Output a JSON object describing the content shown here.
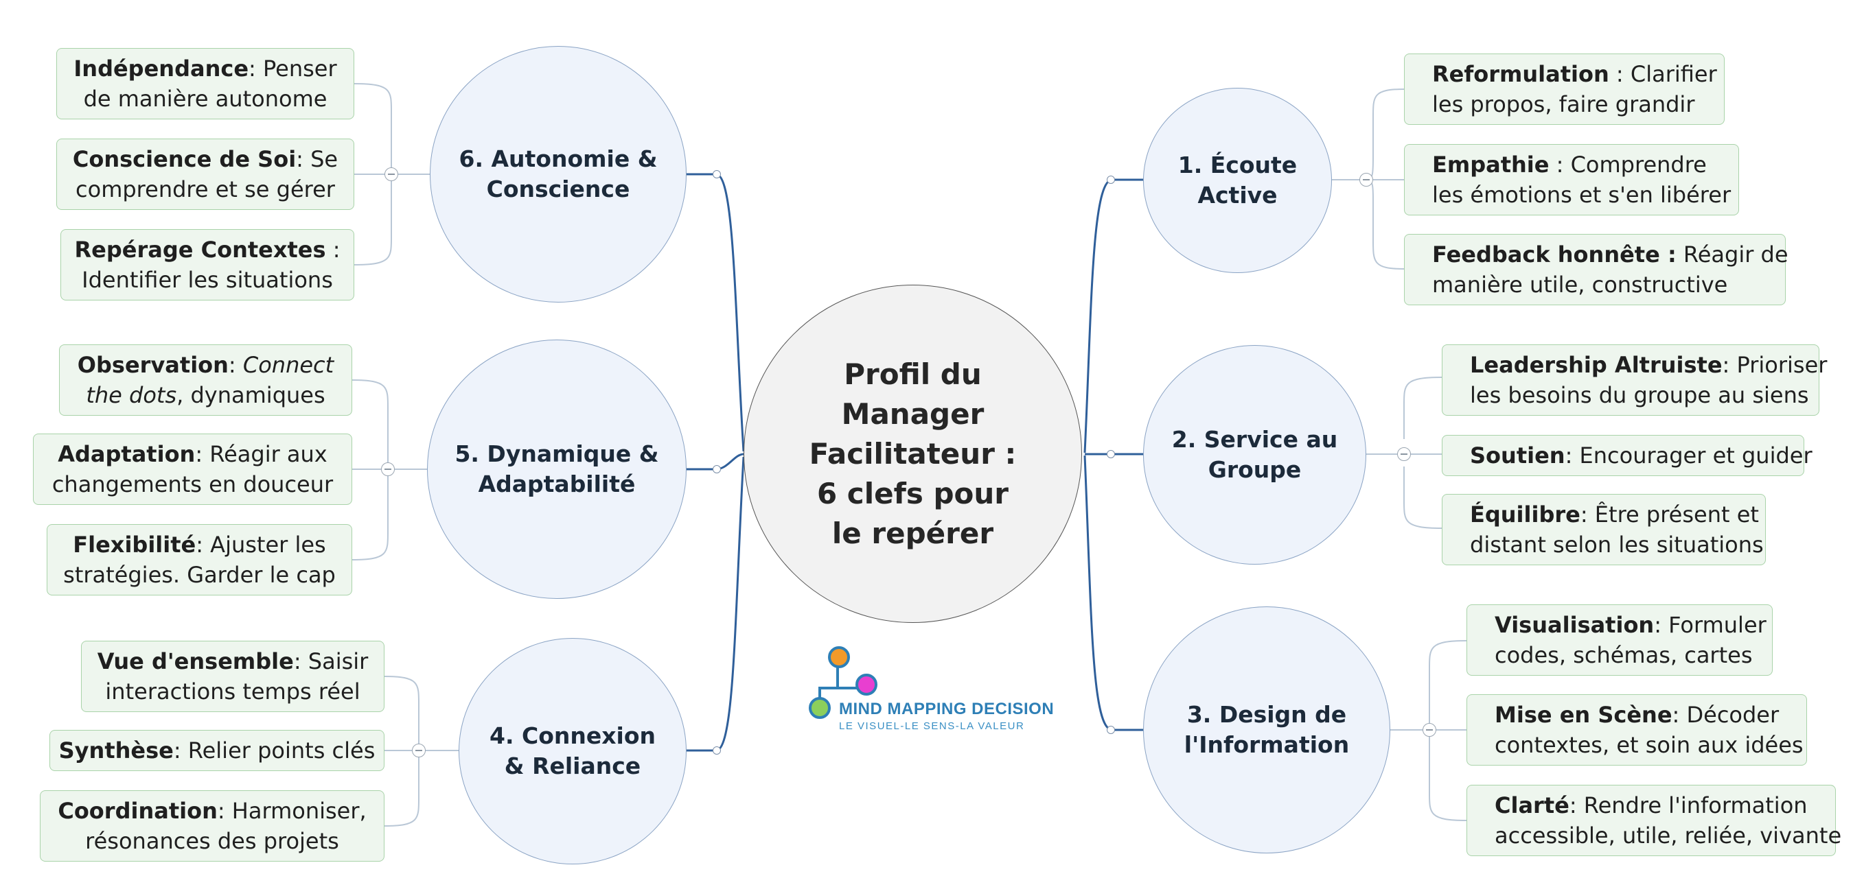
{
  "center": {
    "title": "Profil du\nManager\nFacilitateur :\n6 clefs pour\nle repérer"
  },
  "branches": {
    "b1": {
      "label": "1.  Écoute\n    Active",
      "items": [
        {
          "bold": "Reformulation",
          "text": " : Clarifier",
          "line2": "les propos, faire grandir"
        },
        {
          "bold": "Empathie",
          "text": " : Comprendre",
          "line2": "les émotions et s'en libérer"
        },
        {
          "bold": "Feedback honnête :",
          "text": " Réagir de",
          "line2": "manière utile, constructive"
        }
      ]
    },
    "b2": {
      "label": "2.  Service au\n    Groupe",
      "items": [
        {
          "bold": "Leadership Altruiste",
          "text": ": Prioriser",
          "line2": "les besoins du groupe au siens"
        },
        {
          "bold": "Soutien",
          "text": ": Encourager et guider",
          "line2": ""
        },
        {
          "bold": "Équilibre",
          "text": ": Être présent et",
          "line2": "distant selon les situations"
        }
      ]
    },
    "b3": {
      "label": "3.    Design de\n    l'Information",
      "items": [
        {
          "bold": "Visualisation",
          "text": ": Formuler",
          "line2": "codes, schémas, cartes"
        },
        {
          "bold": "Mise en Scène",
          "text": ": Décoder",
          "line2": "contextes, et soin aux idées"
        },
        {
          "bold": "Clarté",
          "text": ": Rendre l'information",
          "line2": "accessible, utile, reliée, vivante"
        }
      ]
    },
    "b4": {
      "label": "4.  Connexion\n    & Reliance",
      "items": [
        {
          "bold": "Vue d'ensemble",
          "text": ": Saisir",
          "line2": "interactions temps réel"
        },
        {
          "bold": "Synthèse",
          "text": ": Relier points clés",
          "line2": ""
        },
        {
          "bold": "Coordination",
          "text": ": Harmoniser,",
          "line2": "résonances  des projets"
        }
      ]
    },
    "b5": {
      "label": "5.  Dynamique &\n    Adaptabilité",
      "items": [
        {
          "bold": "Observation",
          "text": ": ",
          "italic": "Connect",
          "line2_italic": "the dots",
          "line2": ", dynamiques"
        },
        {
          "bold": "Adaptation",
          "text": ": Réagir aux",
          "line2": "changements en douceur"
        },
        {
          "bold": "Flexibilité",
          "text": ": Ajuster les",
          "line2": "stratégies. Garder le cap"
        }
      ]
    },
    "b6": {
      "label": "6.  Autonomie &\n    Conscience",
      "items": [
        {
          "bold": "Indépendance",
          "text": ": Penser",
          "line2": "de manière autonome"
        },
        {
          "bold": "Conscience de Soi",
          "text": ": Se",
          "line2": "comprendre et se gérer"
        },
        {
          "bold": "Repérage Contextes",
          "text": " :",
          "line2": "Identifier les situations"
        }
      ]
    }
  },
  "logo": {
    "title": "MIND MAPPING DECISION",
    "tagline": "LE VISUEL-LE SENS-LA VALEUR"
  },
  "colors": {
    "connector": "#2f5f9a",
    "child_line": "#b9c7d6",
    "box_fill": "#eef6ee",
    "box_border": "#a9d3a9",
    "circle_fill": "#eef3fb"
  }
}
